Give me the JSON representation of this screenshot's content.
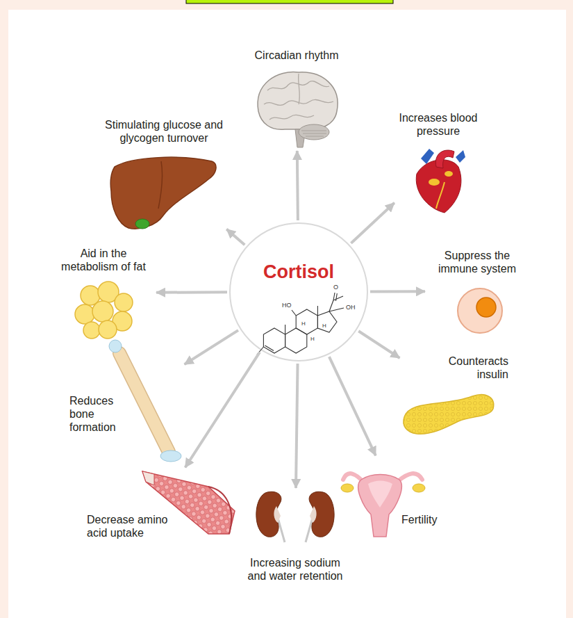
{
  "diagram": {
    "nodes": [
      {
        "text": [
          "Cortisol"
        ]
      },
      {
        "text": [
          "Circadian rhythm"
        ]
      },
      {
        "text": [
          "Increases blood pressure"
        ]
      },
      {
        "text": [
          "Suppress the immune system"
        ]
      },
      {
        "text": [
          "Counteracts insulin"
        ]
      },
      {
        "text": [
          "Fertility"
        ]
      },
      {
        "text": [
          "Increasing sodium and water retention"
        ]
      },
      {
        "text": [
          "Decrease amino acid uptake"
        ]
      },
      {
        "text": [
          "Reduces bone formation"
        ]
      },
      {
        "text": [
          "Aid in the metabolism of fat"
        ]
      },
      {
        "text": [
          "Stimulating glucose and glycogen turnover"
        ]
      }
    ],
    "edges": [
      {
        "from": 0,
        "to": 1,
        "arrow": "to"
      },
      {
        "from": 0,
        "to": 2,
        "arrow": "to"
      },
      {
        "from": 0,
        "to": 3,
        "arrow": "to"
      },
      {
        "from": 0,
        "to": 4,
        "arrow": "to"
      },
      {
        "from": 0,
        "to": 5,
        "arrow": "to"
      },
      {
        "from": 0,
        "to": 6,
        "arrow": "to"
      },
      {
        "from": 0,
        "to": 7,
        "arrow": "to"
      },
      {
        "from": 0,
        "to": 8,
        "arrow": "to"
      },
      {
        "from": 0,
        "to": 9,
        "arrow": "to"
      },
      {
        "from": 0,
        "to": 10,
        "arrow": "to"
      }
    ],
    "labels": [
      "HO",
      "O",
      "OH",
      "H",
      "H",
      "H"
    ]
  }
}
